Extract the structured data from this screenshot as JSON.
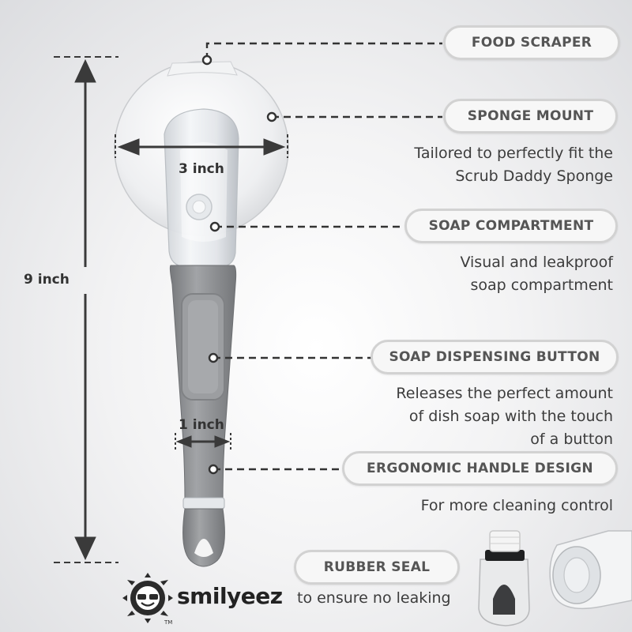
{
  "callouts": [
    {
      "label": "FOOD SCRAPER",
      "desc": []
    },
    {
      "label": "SPONGE MOUNT",
      "desc": [
        "Tailored to perfectly fit the",
        "Scrub Daddy Sponge"
      ]
    },
    {
      "label": "SOAP COMPARTMENT",
      "desc": [
        "Visual and leakproof",
        "soap compartment"
      ]
    },
    {
      "label": "SOAP DISPENSING BUTTON",
      "desc": [
        "Releases the perfect amount",
        "of dish soap with the touch",
        "of a button"
      ]
    },
    {
      "label": "ERGONOMIC HANDLE DESIGN",
      "desc": [
        "For more cleaning control"
      ]
    },
    {
      "label": "RUBBER SEAL",
      "desc": [
        "to ensure no leaking"
      ]
    }
  ],
  "dimensions": {
    "height": "9 inch",
    "head_width": "3 inch",
    "handle_width": "1 inch"
  },
  "brand": {
    "name": "smilyeez",
    "tm": "TM"
  },
  "colors": {
    "pill_border": "#d2d2d2",
    "handle_gray": "#8f9194",
    "text": "#3c3c3c",
    "dim_line": "#3a3a3a"
  }
}
